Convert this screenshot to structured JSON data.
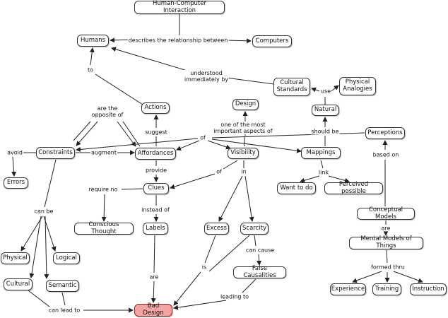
{
  "colors": {
    "node_border": "#333333",
    "edge": "#222222",
    "bad_node_fill": "#f4a3a3"
  },
  "nodes": [
    {
      "id": "hci",
      "text": "Human-Computer Interaction"
    },
    {
      "id": "humans",
      "text": "Humans"
    },
    {
      "id": "computers",
      "text": "Computers"
    },
    {
      "id": "cultural_std",
      "text": "Cultural\nStandards"
    },
    {
      "id": "physical_an",
      "text": "Physical\nAnalogies"
    },
    {
      "id": "design",
      "text": "Design"
    },
    {
      "id": "actions",
      "text": "Actions"
    },
    {
      "id": "natural",
      "text": "Natural"
    },
    {
      "id": "perceptions",
      "text": "Perceptions"
    },
    {
      "id": "constraints",
      "text": "Constraints"
    },
    {
      "id": "affordances",
      "text": "Affordances"
    },
    {
      "id": "visibility",
      "text": "Visibility"
    },
    {
      "id": "mappings",
      "text": "Mappings"
    },
    {
      "id": "errors",
      "text": "Errors"
    },
    {
      "id": "clues",
      "text": "Clues"
    },
    {
      "id": "want",
      "text": "Want to do"
    },
    {
      "id": "perceived",
      "text": "Perceived possible"
    },
    {
      "id": "conceptual",
      "text": "Conceptual Models"
    },
    {
      "id": "conscious",
      "text": "Conscious Thought"
    },
    {
      "id": "labels",
      "text": "Labels"
    },
    {
      "id": "excess",
      "text": "Excess"
    },
    {
      "id": "scarcity",
      "text": "Scarcity"
    },
    {
      "id": "mental",
      "text": "Mental Models of Things"
    },
    {
      "id": "physical",
      "text": "Physical"
    },
    {
      "id": "logical",
      "text": "Logical"
    },
    {
      "id": "false_caus",
      "text": "False Causalities"
    },
    {
      "id": "cultural",
      "text": "Cultural"
    },
    {
      "id": "semantic",
      "text": "Semantic"
    },
    {
      "id": "experience",
      "text": "Experience"
    },
    {
      "id": "training",
      "text": "Training"
    },
    {
      "id": "instruction",
      "text": "Instruction"
    },
    {
      "id": "bad_design",
      "text": "Bad Design"
    }
  ],
  "links": [
    {
      "id": "l_describes",
      "text": "describes the relationship between"
    },
    {
      "id": "l_understood",
      "text": "understood\nimmediately by"
    },
    {
      "id": "l_use",
      "text": "use"
    },
    {
      "id": "l_to",
      "text": "to"
    },
    {
      "id": "l_opposite",
      "text": "are the\nopposite of"
    },
    {
      "id": "l_one_of",
      "text": "one of the most\nimportant aspects of"
    },
    {
      "id": "l_of_top",
      "text": "of"
    },
    {
      "id": "l_should_be",
      "text": "should be"
    },
    {
      "id": "l_suggest",
      "text": "suggest"
    },
    {
      "id": "l_avoid",
      "text": "avoid"
    },
    {
      "id": "l_augment",
      "text": "augment"
    },
    {
      "id": "l_based_on",
      "text": "based on"
    },
    {
      "id": "l_provide",
      "text": "provide"
    },
    {
      "id": "l_of_vis",
      "text": "of"
    },
    {
      "id": "l_in",
      "text": "in"
    },
    {
      "id": "l_link",
      "text": "link"
    },
    {
      "id": "l_require_no",
      "text": "require no"
    },
    {
      "id": "l_can_be",
      "text": "can be"
    },
    {
      "id": "l_instead_of",
      "text": "instead of"
    },
    {
      "id": "l_are_cm",
      "text": "are"
    },
    {
      "id": "l_can_cause",
      "text": "can cause"
    },
    {
      "id": "l_formed_thru",
      "text": "formed thru"
    },
    {
      "id": "l_are_labels",
      "text": "are"
    },
    {
      "id": "l_is",
      "text": "is"
    },
    {
      "id": "l_leading_to",
      "text": "leading to"
    },
    {
      "id": "l_can_lead_to",
      "text": "can lead to"
    }
  ]
}
